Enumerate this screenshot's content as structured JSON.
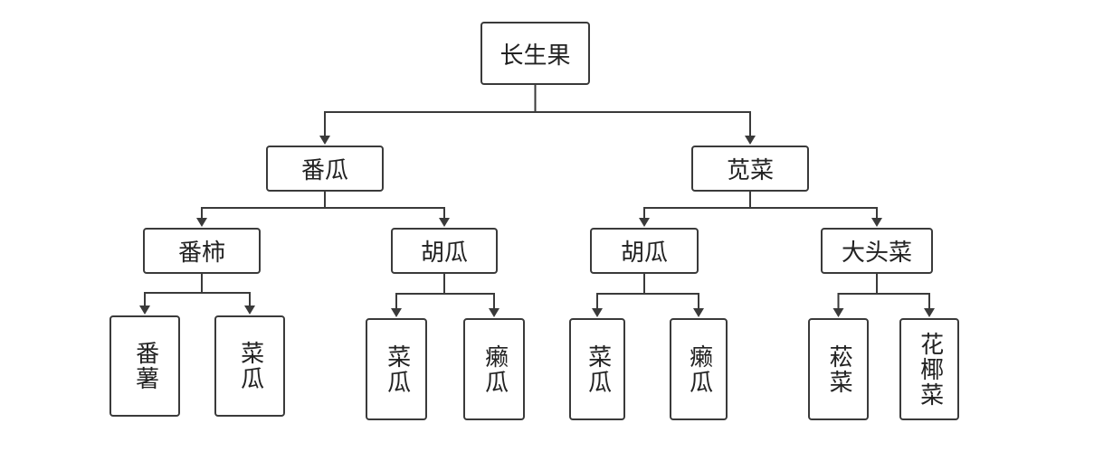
{
  "colors": {
    "stroke": "#3a3a3a",
    "text": "#222222",
    "background": "#ffffff"
  },
  "nodes": {
    "root": "长生果",
    "fanGua": "番瓜",
    "xianCai": "苋菜",
    "fanShi": "番柿",
    "huGuaLeft": "胡瓜",
    "huGuaRight": "胡瓜",
    "daTouCai": "大头菜",
    "fanShu": "番薯",
    "caiGua1": "菜瓜",
    "caiGua2": "菜瓜",
    "laiGua1": "癞瓜",
    "caiGua3": "菜瓜",
    "laiGua2": "癞瓜",
    "songCai": "菘菜",
    "huaYeCai": "花椰菜"
  },
  "edges": [
    [
      "root",
      "fanGua"
    ],
    [
      "root",
      "xianCai"
    ],
    [
      "fanGua",
      "fanShi"
    ],
    [
      "fanGua",
      "huGuaLeft"
    ],
    [
      "xianCai",
      "huGuaRight"
    ],
    [
      "xianCai",
      "daTouCai"
    ],
    [
      "fanShi",
      "fanShu"
    ],
    [
      "fanShi",
      "caiGua1"
    ],
    [
      "huGuaLeft",
      "caiGua2"
    ],
    [
      "huGuaLeft",
      "laiGua1"
    ],
    [
      "huGuaRight",
      "caiGua3"
    ],
    [
      "huGuaRight",
      "laiGua2"
    ],
    [
      "daTouCai",
      "songCai"
    ],
    [
      "daTouCai",
      "huaYeCai"
    ]
  ]
}
